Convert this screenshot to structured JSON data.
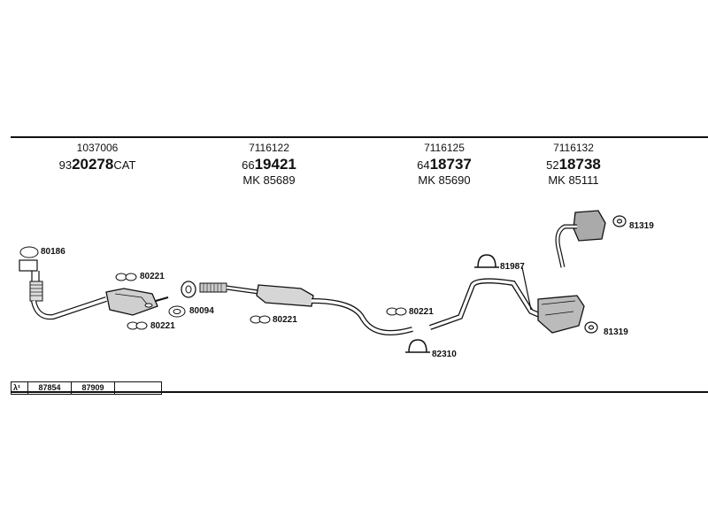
{
  "groups": [
    {
      "part_number": "1037006",
      "code_prefix": "93",
      "code_main": "20278",
      "code_suffix": "CAT",
      "mk": ""
    },
    {
      "part_number": "7116122",
      "code_prefix": "66",
      "code_main": "19421",
      "code_suffix": "",
      "mk": "MK  85689"
    },
    {
      "part_number": "7116125",
      "code_prefix": "64",
      "code_main": "18737",
      "code_suffix": "",
      "mk": "MK  85690"
    },
    {
      "part_number": "7116132",
      "code_prefix": "52",
      "code_main": "18738",
      "code_suffix": "",
      "mk": "MK  85111"
    }
  ],
  "labels": {
    "gasket_80186": "80186",
    "bracket_80221_a": "80221",
    "bracket_80221_b": "80221",
    "gasket_80094": "80094",
    "bracket_80221_c": "80221",
    "bracket_80221_d": "80221",
    "clamp_81987": "81987",
    "clamp_82310": "82310",
    "hanger_81319_a": "81319",
    "hanger_81319_b": "81319"
  },
  "footer": {
    "lambda": "λ¹",
    "sensor_1": "87854",
    "sensor_2": "87909",
    "blank": ""
  }
}
